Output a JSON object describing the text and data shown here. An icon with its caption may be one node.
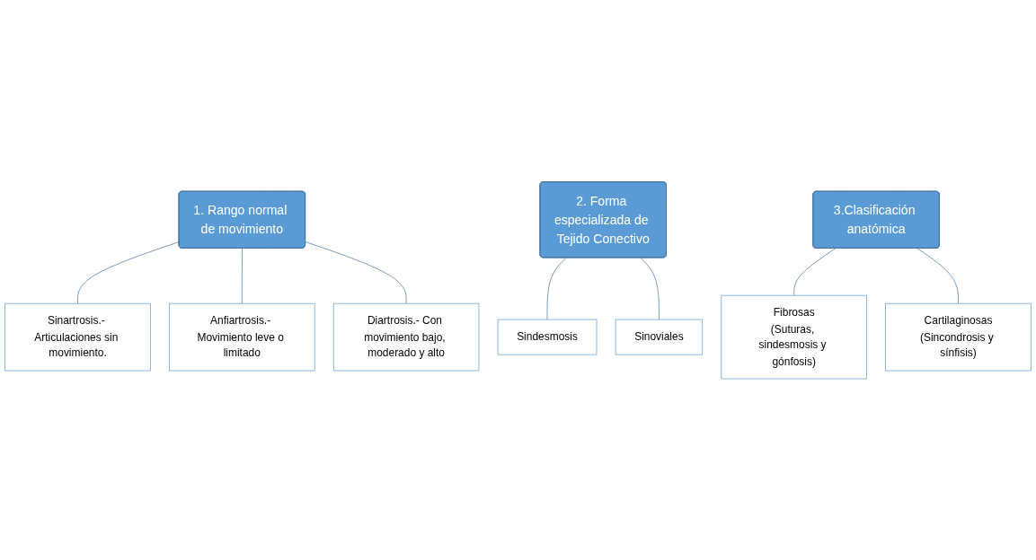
{
  "diagram": {
    "nodes": [
      {
        "text": [
          "1. Rango normal de movimiento"
        ]
      },
      {
        "text": [
          "Sinartrosis.- Articulaciones sin movimiento."
        ]
      },
      {
        "text": [
          "Anfiartrosis.- Movimiento leve o limitado"
        ]
      },
      {
        "text": [
          "Diartrosis.- Con movimiento bajo, moderado y alto"
        ]
      },
      {
        "text": [
          "2. Forma especializada de Tejido Conectivo"
        ]
      },
      {
        "text": [
          "Sindesmosis"
        ]
      },
      {
        "text": [
          "Sinoviales"
        ]
      },
      {
        "text": [
          "3.Clasificación anatómica"
        ]
      },
      {
        "text": [
          "Fibrosas",
          "(Suturas, sindesmosis y gónfosis)"
        ]
      },
      {
        "text": [
          "Cartilaginosas",
          "(Sincondrosis y sínfisis)"
        ]
      }
    ],
    "edges": [
      {
        "from": 0,
        "to": 1,
        "arrow": "none"
      },
      {
        "from": 0,
        "to": 2,
        "arrow": "none"
      },
      {
        "from": 0,
        "to": 3,
        "arrow": "none"
      },
      {
        "from": 4,
        "to": 5,
        "arrow": "none"
      },
      {
        "from": 4,
        "to": 6,
        "arrow": "none"
      },
      {
        "from": 7,
        "to": 8,
        "arrow": "none"
      },
      {
        "from": 7,
        "to": 9,
        "arrow": "none"
      }
    ]
  }
}
